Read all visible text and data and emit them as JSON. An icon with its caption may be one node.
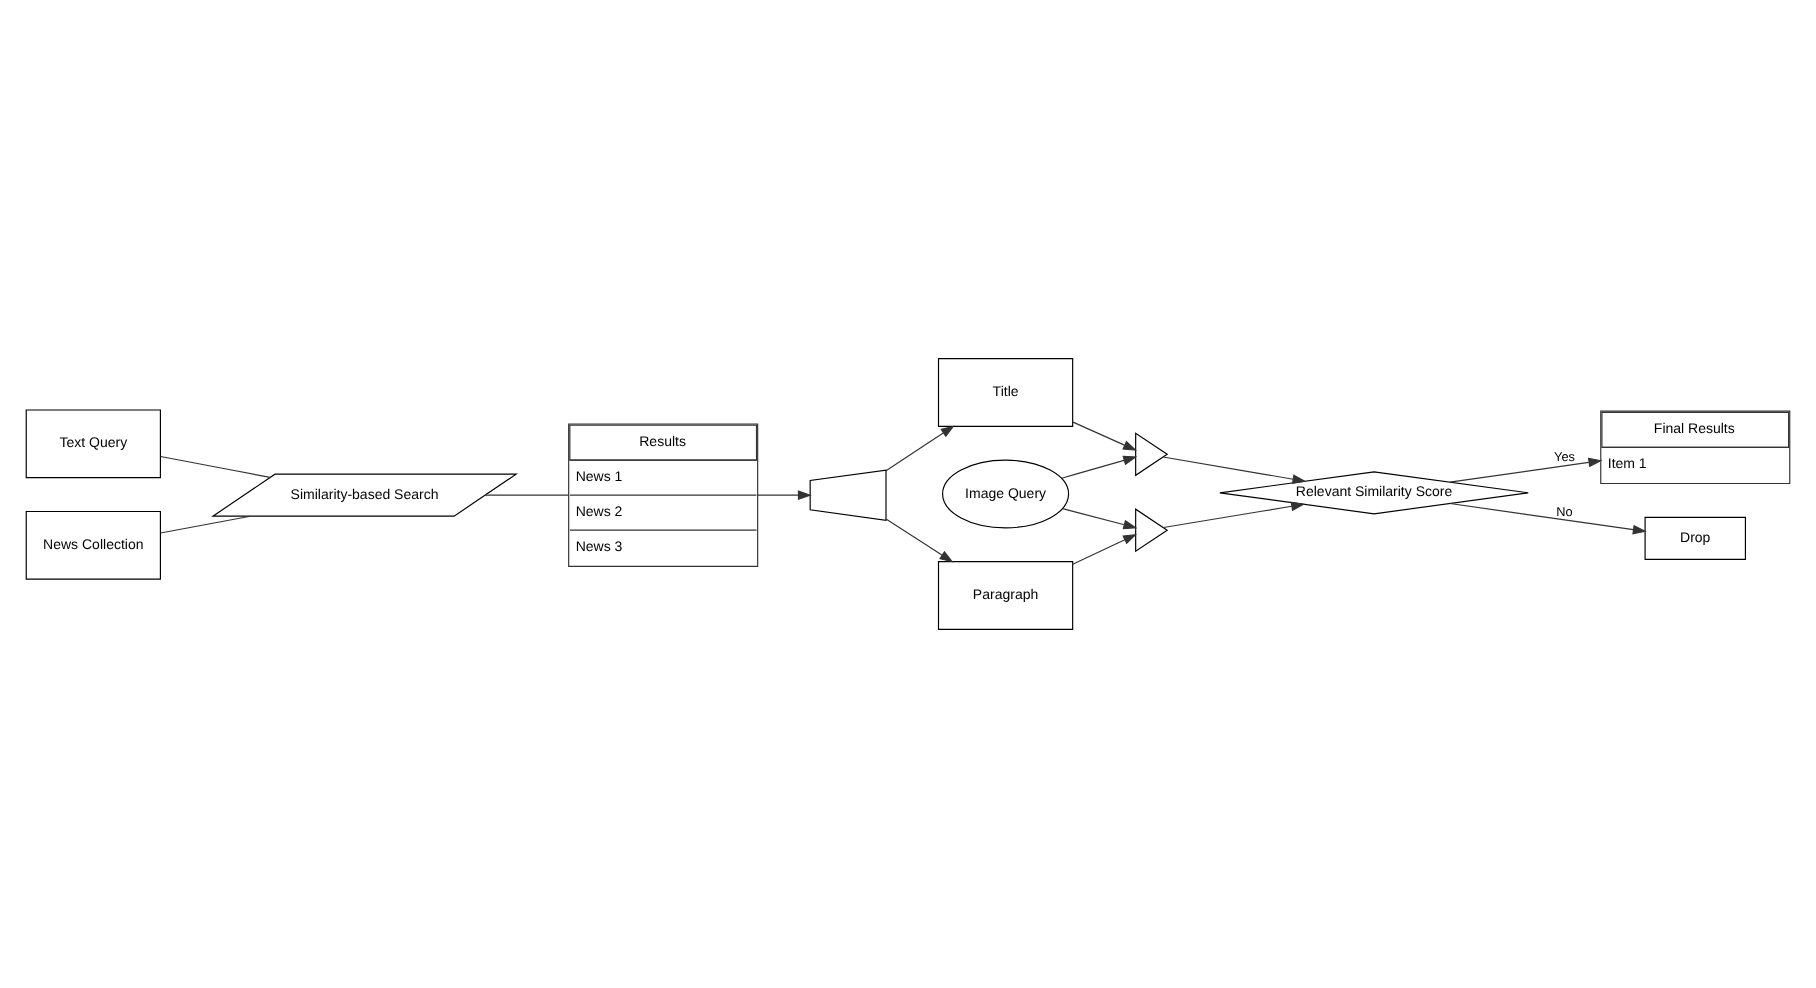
{
  "diagram": {
    "nodes": [
      {
        "text": [
          "Text Query"
        ]
      },
      {
        "text": [
          "News Collection"
        ]
      },
      {
        "text": [
          "Similarity-based Search"
        ]
      },
      {
        "text": [
          "Results",
          "News 1",
          "News 2",
          "News 3"
        ]
      },
      {
        "text": [],
        "shape": "trapezoid"
      },
      {
        "text": [
          "Title"
        ]
      },
      {
        "text": [
          "Paragraph"
        ]
      },
      {
        "text": [],
        "shape": "triangle"
      },
      {
        "text": [
          "Image Query"
        ]
      },
      {
        "text": [],
        "shape": "triangle"
      },
      {
        "text": [
          "Relevant Similarity Score"
        ]
      },
      {
        "text": [
          "Final Results",
          "Item 1"
        ]
      },
      {
        "text": [
          "Drop"
        ]
      }
    ],
    "edges": [
      {
        "from": 0,
        "to": 2,
        "arrow": "none"
      },
      {
        "from": 1,
        "to": 2,
        "arrow": "none"
      },
      {
        "from": 2,
        "to": 3,
        "arrow": "none"
      },
      {
        "from": 3,
        "to": 4,
        "arrow": "to"
      },
      {
        "from": 4,
        "to": 5,
        "arrow": "to"
      },
      {
        "from": 4,
        "to": 6,
        "arrow": "to"
      },
      {
        "from": 5,
        "to": 7,
        "arrow": "to"
      },
      {
        "from": 8,
        "to": 7,
        "arrow": "to"
      },
      {
        "from": 6,
        "to": 9,
        "arrow": "to"
      },
      {
        "from": 8,
        "to": 9,
        "arrow": "to"
      },
      {
        "from": 7,
        "to": 10,
        "arrow": "to"
      },
      {
        "from": 9,
        "to": 10,
        "arrow": "to"
      },
      {
        "from": 10,
        "to": 11,
        "arrow": "to",
        "label": "Yes"
      },
      {
        "from": 10,
        "to": 12,
        "arrow": "to",
        "label": "No"
      }
    ]
  }
}
